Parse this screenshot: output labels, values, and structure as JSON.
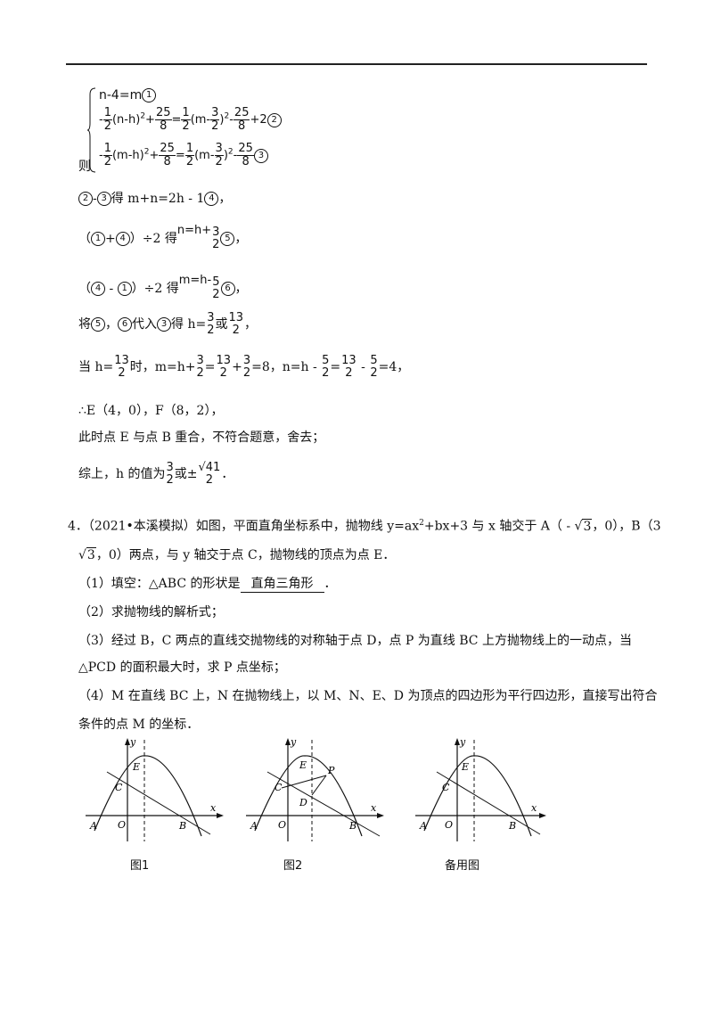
{
  "system": {
    "eq1_lhs": "n-4=m",
    "eq1_num": "1",
    "eq2": {
      "a1": "-",
      "f1n": "1",
      "f1d": "2",
      "a2": "(n-h)",
      "a3": "2",
      "a4": "+",
      "f2n": "25",
      "f2d": "8",
      "a5": "=",
      "f3n": "1",
      "f3d": "2",
      "a6": "(m-",
      "f4n": "3",
      "f4d": "2",
      "a7": ")",
      "a8": "2",
      "a9": "-",
      "f5n": "25",
      "f5d": "8",
      "a10": "+2",
      "num": "2"
    },
    "eq3": {
      "a1": "-",
      "f1n": "1",
      "f1d": "2",
      "a2": "(m-h)",
      "a3": "2",
      "a4": "+",
      "f2n": "25",
      "f2d": "8",
      "a5": "=",
      "f3n": "1",
      "f3d": "2",
      "a6": "(m-",
      "f4n": "3",
      "f4d": "2",
      "a7": ")",
      "a8": "2",
      "a9": "-",
      "f5n": "25",
      "f5d": "8",
      "num": "3"
    },
    "ze": "则"
  },
  "lines": {
    "l1": {
      "c1": "2",
      "mid": "-",
      "c2": "3",
      "text": "得 m+n=2h - 1",
      "c3": "4",
      "end": "，"
    },
    "l2": {
      "open": "（",
      "c1": "1",
      "plus": "+",
      "c2": "4",
      "close": "）÷2 得",
      "expr": "n=h+",
      "fn": "3",
      "fd": "2",
      "c3": "5",
      "end": "，"
    },
    "l3": {
      "open": "（",
      "c1": "4",
      "minus": " - ",
      "c2": "1",
      "close": "）÷2 得",
      "expr": "m=h-",
      "fn": "5",
      "fd": "2",
      "c3": "6",
      "end": "，"
    },
    "l4": {
      "t1": "将",
      "c1": "5",
      "t2": "，",
      "c2": "6",
      "t3": "代入",
      "c3": "3",
      "t4": "得 h=",
      "f1n": "3",
      "f1d": "2",
      "t5": "或",
      "f2n": "13",
      "f2d": "2",
      "t6": "，"
    },
    "l5": {
      "t1": "当 h=",
      "f1n": "13",
      "f1d": "2",
      "t2": "时，m=h+",
      "f2n": "3",
      "f2d": "2",
      "t3": "=",
      "f3n": "13",
      "f3d": "2",
      "t4": "+",
      "f4n": "3",
      "f4d": "2",
      "t5": "=8，n=h - ",
      "f5n": "5",
      "f5d": "2",
      "t6": "=",
      "f6n": "13",
      "f6d": "2",
      "t7": " - ",
      "f7n": "5",
      "f7d": "2",
      "t8": "=4，"
    },
    "l6": "∴E（4，0），F（8，2），",
    "l7": "此时点 E 与点 B 重合，不符合题意，舍去；",
    "l8": {
      "t1": "综上，h 的值为",
      "f1n": "3",
      "f1d": "2",
      "t2": "或±",
      "f2n": "√41",
      "f2d": "2",
      "t3": "．"
    }
  },
  "problem": {
    "p1a": "4．（2021•本溪模拟）如图，平面直角坐标系中，抛物线 y=ax",
    "p1sup": "2",
    "p1b": "+bx+3 与 x 轴交于 A（ - ",
    "p1sqrt": "3",
    "p1c": "，0），B（3",
    "p2sqrt": "3",
    "p2a": "，0）两点，与 y 轴交于点 C，抛物线的顶点为点 E．",
    "q1a": "（1）填空：△ABC 的形状是",
    "q1ans": "直角三角形",
    "q1b": "．",
    "q2": "（2）求抛物线的解析式；",
    "q3a": "（3）经过 B，C 两点的直线交抛物线的对称轴于点 D，点 P 为直线 BC 上方抛物线上的一动点，当",
    "q3b": "△PCD 的面积最大时，求 P 点坐标；",
    "q4a": "（4）M 在直线 BC 上，N 在抛物线上，以 M、N、E、D 为顶点的四边形为平行四边形，直接写出符合",
    "q4b": "条件的点 M 的坐标．"
  },
  "figures": {
    "labels": {
      "y": "y",
      "x": "x",
      "O": "O",
      "A": "A",
      "B": "B",
      "C": "C",
      "E": "E",
      "D": "D",
      "P": "P"
    },
    "cap1": "图1",
    "cap2": "图2",
    "cap3": "备用图"
  }
}
